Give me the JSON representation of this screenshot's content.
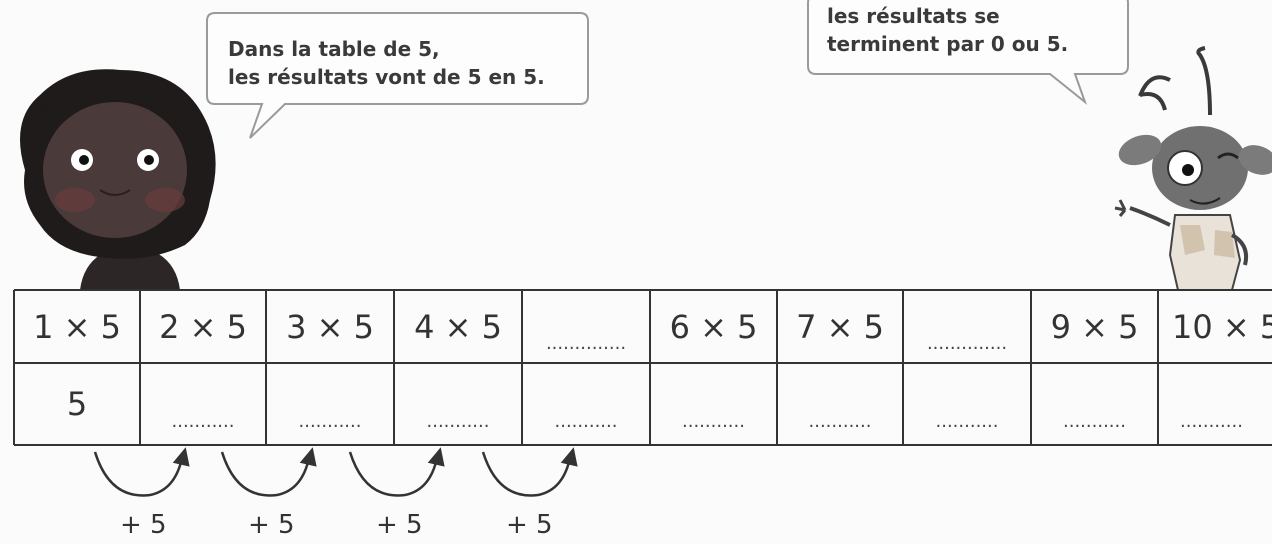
{
  "bubbles": {
    "girl": {
      "line1": "Dans la table de 5,",
      "line2": "les résultats vont de 5 en 5."
    },
    "alien": {
      "line1": "les résultats se",
      "line2": "terminent par 0 ou 5."
    }
  },
  "table": {
    "top_row": [
      "1 × 5",
      "2 × 5",
      "3 × 5",
      "4 × 5",
      "..............",
      "6 × 5",
      "7 × 5",
      "..............",
      "9 × 5",
      "10 × 5"
    ],
    "bottom_row": [
      "5",
      "...........",
      "...........",
      "...........",
      "...........",
      "...........",
      "...........",
      "...........",
      "...........",
      "..........."
    ]
  },
  "steps": [
    "+ 5",
    "+ 5",
    "+ 5",
    "+ 5"
  ],
  "colors": {
    "girl_skin": "#4a3a3a",
    "girl_hair": "#1f1b1b",
    "alien_skin": "#6f706f",
    "line": "#333333"
  },
  "icons": [
    "girl-character-icon",
    "alien-character-icon",
    "curved-arrow-icon"
  ]
}
